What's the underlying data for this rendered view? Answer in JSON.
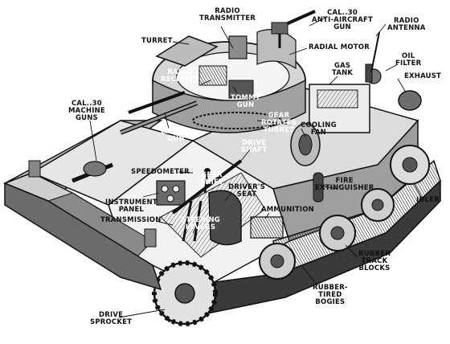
{
  "labels": {
    "radio_transmitter": "RADIO\nTRANSMITTER",
    "cal30_aa_gun": "CAL..30\nANTI-AIRCRAFT\nGUN",
    "radio_antenna": "RADIO\nANTENNA",
    "turret": "TURRET",
    "radial_motor": "RADIAL MOTOR",
    "oil_filter": "OIL\nFILTER",
    "gas_tank": "GAS\nTANK",
    "exhaust": "EXHAUST",
    "radio_receiver": "RADIO\nRECEIVER",
    "tommy_gun": "TOMMY\nGUN",
    "cal30_machine_guns": "CAL..30\nMACHINE\nGUNS",
    "cal50_gun": "CAL..50\nGUN",
    "gear_rotates_turret": "GEAR\nROTATES\nTURRET",
    "cooling_fan": "COOLING\nFAN",
    "drive_shaft": "DRIVE\nSHAFT",
    "speedometer": "SPEEDOMETER",
    "gear_shift": "GEAR\nSHIFT",
    "drivers_seat": "DRIVER'S\nSEAT",
    "fire_extinguisher": "FIRE\nEXTINGUISHER",
    "instrument_panel": "INSTRUMENT\nPANEL",
    "idler": "IDLER",
    "transmission": "TRANSMISSION",
    "steering_levers": "STEERING\nLEVERS",
    "ammunition": "AMMUNITION",
    "rubber_track_blocks": "RUBBER\nTRACK\nBLOCKS",
    "rubber_tired_bogies": "RUBBER-\nTIRED\nBOGIES",
    "drive_sprocket": "DRIVE\nSPROCKET"
  },
  "colors": {
    "ink": "#111111",
    "paper": "#ffffff",
    "hull_light": "#d9d9d9",
    "hull_mid": "#a8a8a8",
    "hull_dark": "#5a5a5a"
  }
}
